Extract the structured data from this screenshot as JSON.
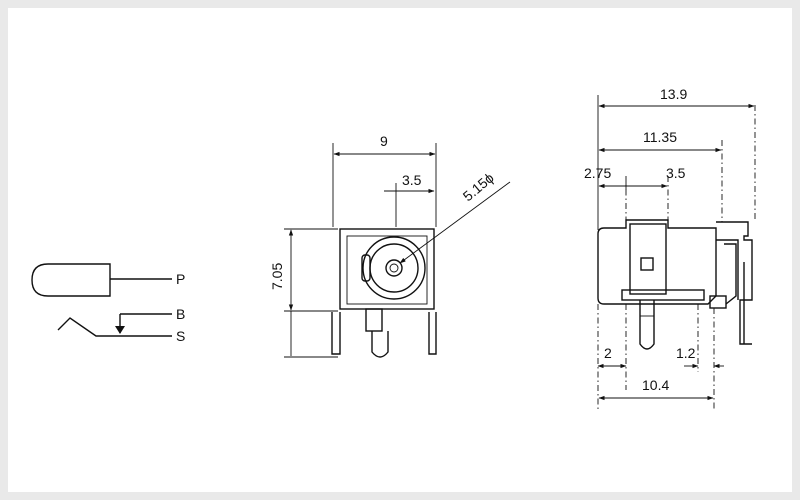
{
  "schematic": {
    "terminals": [
      "P",
      "B",
      "S"
    ]
  },
  "front_view": {
    "dim_width": "9",
    "dim_pitch": "3.5",
    "dim_hole": "5.15ϕ",
    "dim_height": "7.05"
  },
  "side_view": {
    "dim_total_length": "13.9",
    "dim_length_2": "11.35",
    "dim_offset_a": "2.75",
    "dim_offset_b": "3.5",
    "dim_bottom_left": "2",
    "dim_bottom_right": "1.2",
    "dim_bottom_span": "10.4"
  }
}
